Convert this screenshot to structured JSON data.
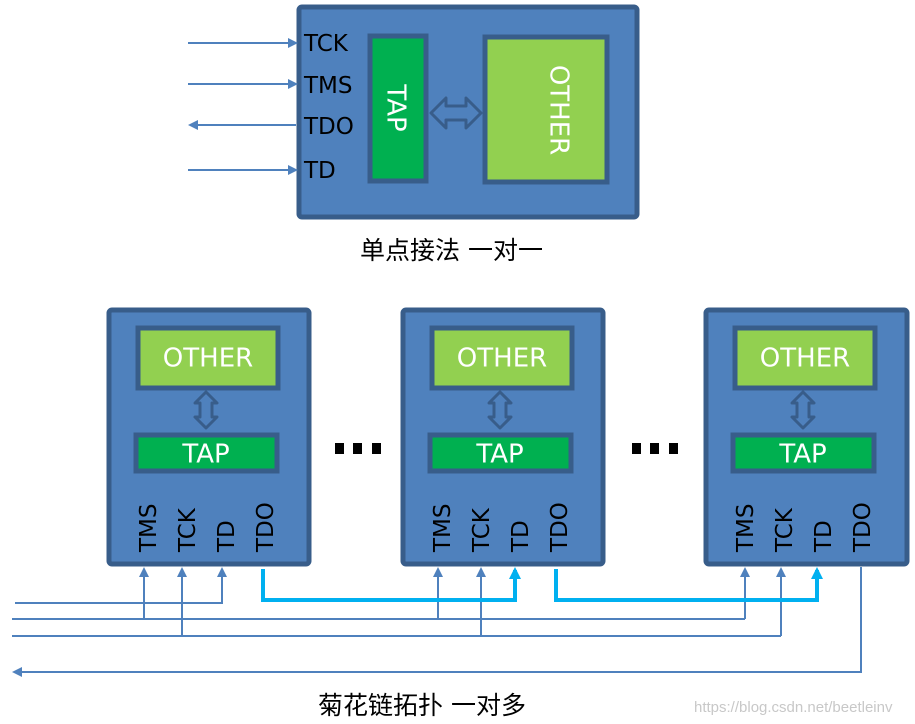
{
  "colors": {
    "chip_fill": "#4f81bd",
    "chip_border": "#385d8a",
    "tap_fill": "#00b050",
    "other_fill": "#92d050",
    "wire": "#4f81bd",
    "chain_wire": "#00b0f0"
  },
  "top_diagram": {
    "pins": [
      "TCK",
      "TMS",
      "TDO",
      "TD"
    ],
    "pin_directions": [
      "in",
      "in",
      "out",
      "in"
    ],
    "tap_label": "TAP",
    "other_label": "OTHER",
    "caption": "单点接法  一对一"
  },
  "bottom_diagram": {
    "chips": [
      {
        "other_label": "OTHER",
        "tap_label": "TAP",
        "pins": [
          "TMS",
          "TCK",
          "TD",
          "TDO"
        ]
      },
      {
        "other_label": "OTHER",
        "tap_label": "TAP",
        "pins": [
          "TMS",
          "TCK",
          "TD",
          "TDO"
        ]
      },
      {
        "other_label": "OTHER",
        "tap_label": "TAP",
        "pins": [
          "TMS",
          "TCK",
          "TD",
          "TDO"
        ]
      }
    ],
    "ellipsis": "...",
    "caption": "菊花链拓扑  一对多"
  },
  "watermark": "https://blog.csdn.net/beetleinv"
}
